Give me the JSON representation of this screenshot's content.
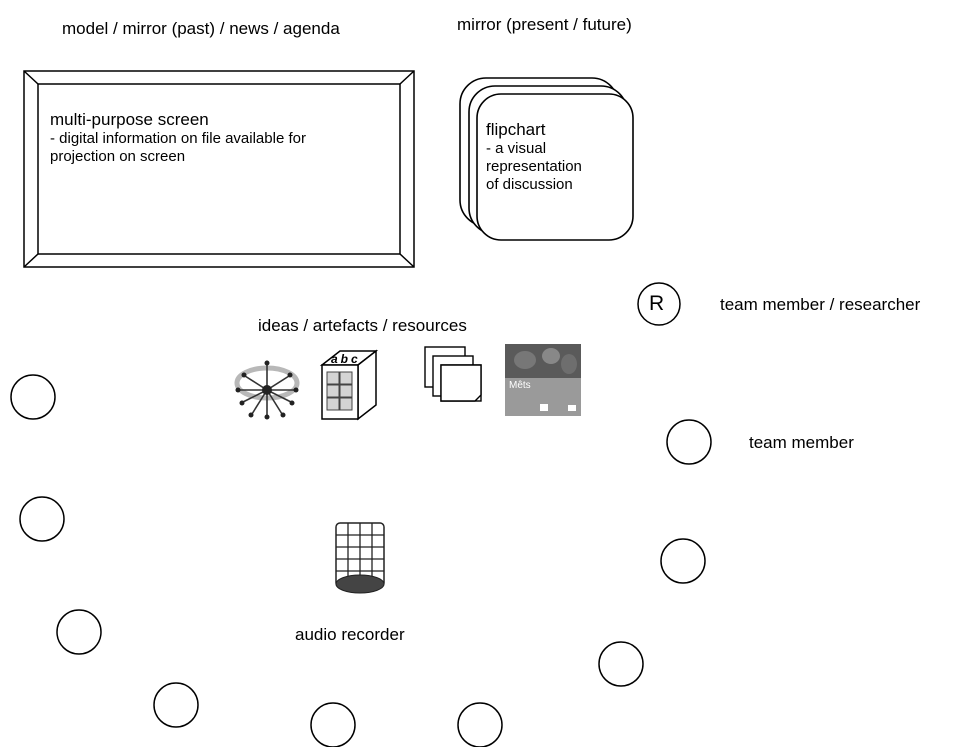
{
  "labels": {
    "model_mirror": "model / mirror (past) / news / agenda",
    "mirror_present": "mirror (present  / future)",
    "ideas_resources": "ideas / artefacts / resources",
    "team_member_researcher": "team member / researcher",
    "team_member": "team member",
    "audio_recorder": "audio recorder",
    "researcher_marker": "R"
  },
  "screen": {
    "title": "multi-purpose screen",
    "line1": " - digital information on file available for",
    "line2": "projection on screen"
  },
  "flipchart": {
    "title": "flipchart",
    "line1": "- a  visual",
    "line2": "representation",
    "line3": "of discussion"
  },
  "resource_photo": {
    "caption": "Mêts"
  },
  "cube": {
    "letters": "abc"
  },
  "icons": [
    "brainstorm-web-icon",
    "puzzle-cube-icon",
    "stacked-pages-icon",
    "photo-thumbnail-icon",
    "audio-recorder-icon"
  ],
  "colors": {
    "ink": "#000000",
    "frame_fill": "#ffffff",
    "photo_dark": "#5a5a5a",
    "photo_light": "#9a9a9a",
    "recorder_base": "#444444"
  }
}
